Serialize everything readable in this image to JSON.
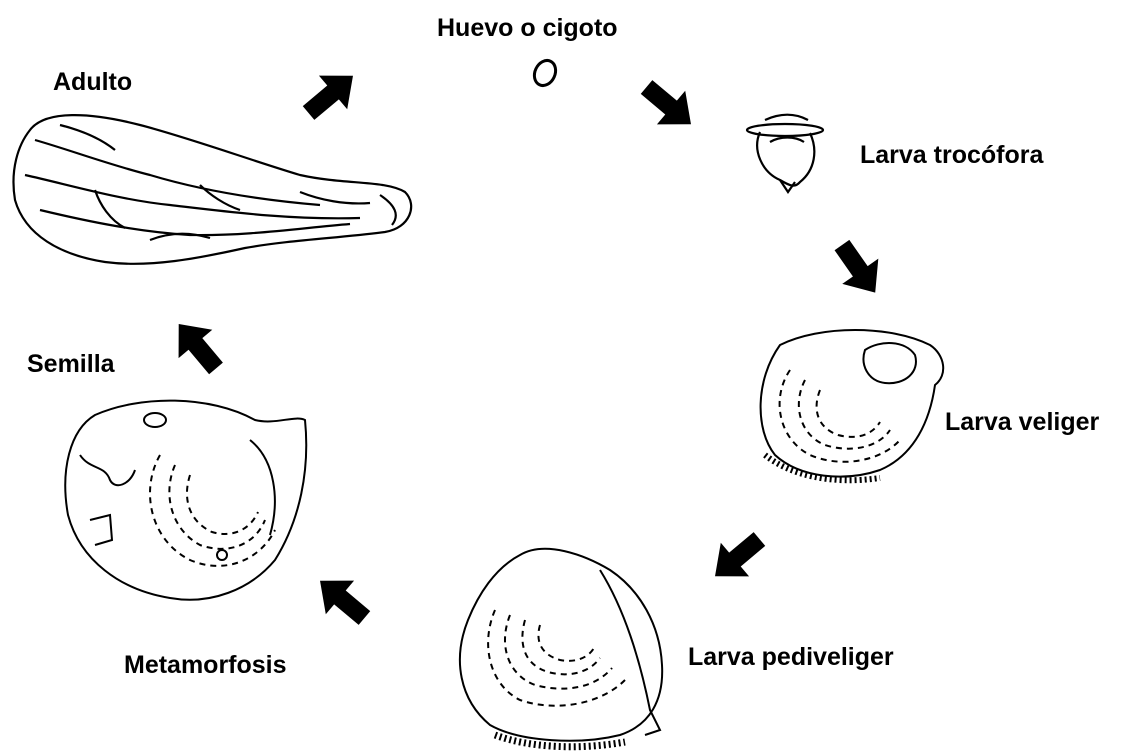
{
  "diagram": {
    "stages": [
      {
        "id": "huevo",
        "label": "Huevo o cigoto",
        "icon": "egg-icon"
      },
      {
        "id": "trocofora",
        "label": "Larva trocófora",
        "icon": "trochophore-larva-icon"
      },
      {
        "id": "veliger",
        "label": "Larva veliger",
        "icon": "veliger-larva-icon"
      },
      {
        "id": "pediveliger",
        "label": "Larva pediveliger",
        "icon": "pediveliger-larva-icon"
      },
      {
        "id": "metamorfosis",
        "label": "Metamorfosis",
        "icon": "metamorphosis-shell-icon"
      },
      {
        "id": "semilla",
        "label": "Semilla",
        "icon": ""
      },
      {
        "id": "adulto",
        "label": "Adulto",
        "icon": "adult-oyster-icon"
      }
    ],
    "arrow_color": "#000000",
    "line_color": "#000000"
  }
}
